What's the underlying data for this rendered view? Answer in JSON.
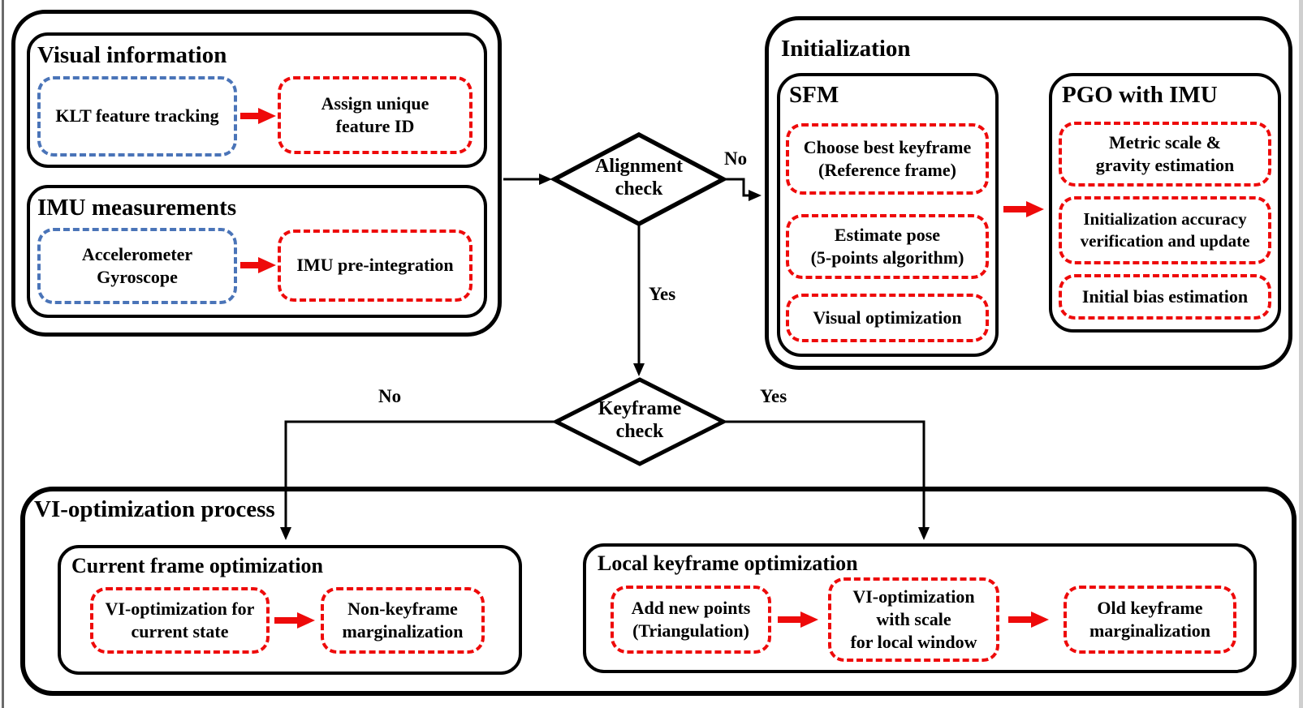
{
  "colors": {
    "accent_red": "#ee0a0a",
    "input_blue": "#4a74b8",
    "line_black": "#000000"
  },
  "sensors": {
    "visual": {
      "title": "Visual information",
      "input": "KLT feature tracking",
      "output": "Assign unique\nfeature ID"
    },
    "imu": {
      "title": "IMU measurements",
      "input": "Accelerometer\nGyroscope",
      "output": "IMU pre-integration"
    }
  },
  "decisions": {
    "alignment": {
      "label": "Alignment\ncheck",
      "no": "No",
      "yes": "Yes"
    },
    "keyframe": {
      "label": "Keyframe\ncheck",
      "no": "No",
      "yes": "Yes"
    }
  },
  "initialization": {
    "title": "Initialization",
    "sfm": {
      "title": "SFM",
      "steps": [
        "Choose best keyframe\n(Reference frame)",
        "Estimate pose\n(5-points algorithm)",
        "Visual optimization"
      ]
    },
    "pgo": {
      "title": "PGO with IMU",
      "steps": [
        "Metric scale &\ngravity estimation",
        "Initialization accuracy\nverification and update",
        "Initial bias estimation"
      ]
    }
  },
  "vi_optimization": {
    "title": "VI-optimization process",
    "current_frame": {
      "title": "Current frame optimization",
      "steps": [
        "VI-optimization for\ncurrent state",
        "Non-keyframe\nmarginalization"
      ]
    },
    "local_keyframe": {
      "title": "Local keyframe optimization",
      "steps": [
        "Add new points\n(Triangulation)",
        "VI-optimization\nwith scale\nfor local window",
        "Old keyframe\nmarginalization"
      ]
    }
  }
}
